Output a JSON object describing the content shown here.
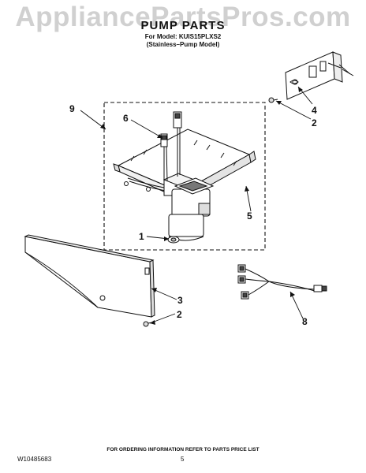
{
  "watermark": "AppliancePartsPros.com",
  "header": {
    "title": "PUMP PARTS",
    "subtitle_line1": "For Model: KUIS15PLXS2",
    "subtitle_line2": "(Stainless–Pump Model)"
  },
  "callouts": [
    {
      "id": "c9",
      "label": "9"
    },
    {
      "id": "c6",
      "label": "6"
    },
    {
      "id": "c4",
      "label": "4"
    },
    {
      "id": "c2a",
      "label": "2"
    },
    {
      "id": "c5",
      "label": "5"
    },
    {
      "id": "c1",
      "label": "1"
    },
    {
      "id": "c3",
      "label": "3"
    },
    {
      "id": "c2b",
      "label": "2"
    },
    {
      "id": "c8",
      "label": "8"
    }
  ],
  "footer": {
    "ordering_note": "FOR ORDERING INFORMATION REFER TO PARTS PRICE LIST",
    "doc_number": "W10485683",
    "page_number": "5"
  }
}
